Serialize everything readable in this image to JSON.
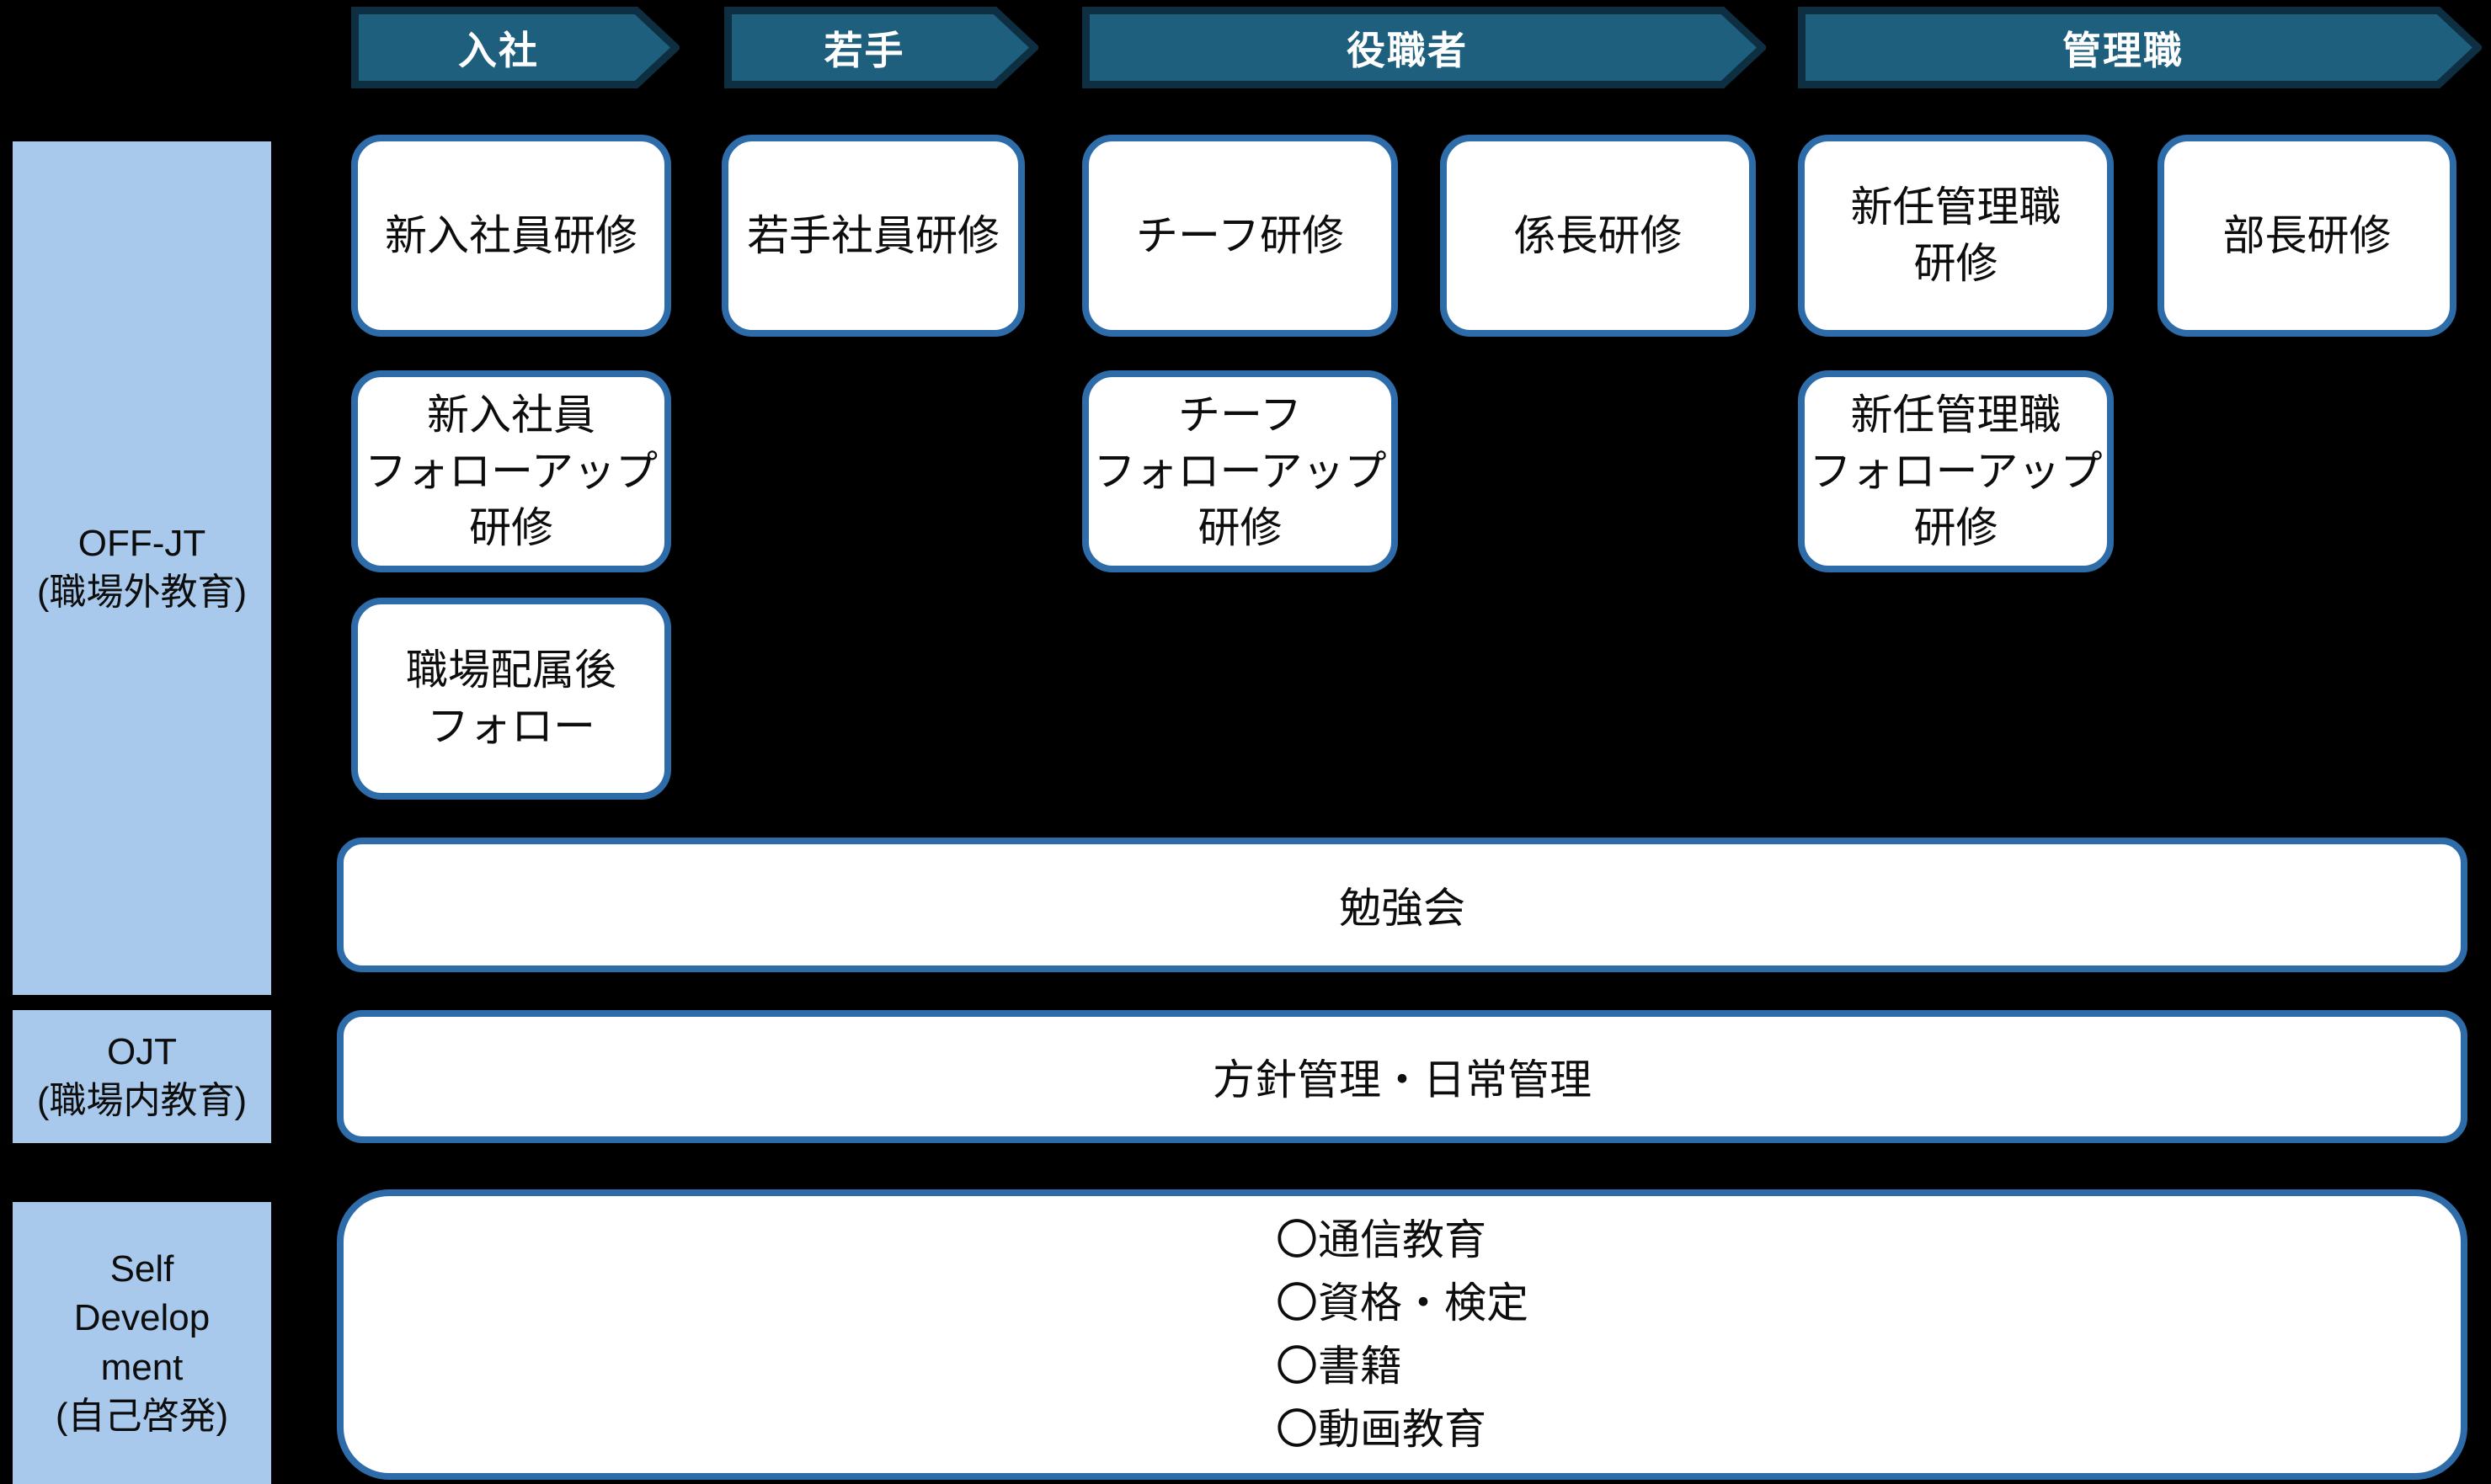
{
  "stages": [
    {
      "label": "入社"
    },
    {
      "label": "若手"
    },
    {
      "label": "役職者"
    },
    {
      "label": "管理職"
    }
  ],
  "sidebar": {
    "offjt": {
      "label": "OFF-JT\n(職場外教育)"
    },
    "ojt": {
      "label": "OJT\n(職場内教育)"
    },
    "selfdev": {
      "label": "Self\nDevelop\nment\n(自己啓発)"
    }
  },
  "offjt": {
    "row1": [
      "新入社員研修",
      "若手社員研修",
      "チーフ研修",
      "係長研修",
      "新任管理職\n研修",
      "部長研修"
    ],
    "row2": [
      "新入社員\nフォローアップ\n研修",
      "チーフ\nフォローアップ\n研修",
      "新任管理職\nフォローアップ\n研修"
    ],
    "row3": [
      "職場配属後\nフォロー"
    ],
    "study_session_label": "勉強会"
  },
  "ojt": {
    "bar_label": "方針管理・日常管理"
  },
  "self_development": {
    "items": [
      "〇通信教育",
      "〇資格・検定",
      "〇書籍",
      "〇動画教育"
    ]
  },
  "colors": {
    "background": "#000000",
    "arrow_fill": "#1F5F7E",
    "arrow_border": "#0E2F42",
    "box_border": "#2D6CA8",
    "box_fill": "#FFFFFF",
    "sidebar_fill": "#A8C9EC",
    "arrow_text": "#FFFFFF",
    "text": "#0D0D0D"
  }
}
